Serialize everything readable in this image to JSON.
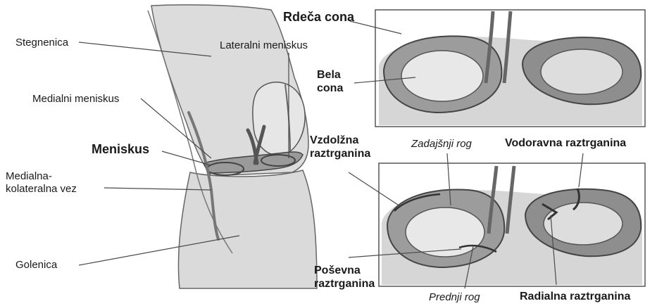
{
  "labels": {
    "stegnenica": "Stegnenica",
    "lateralni_meniskus": "Lateralni meniskus",
    "medialni_meniskus": "Medialni meniskus",
    "meniskus": "Meniskus",
    "medialna_vez": "Medialna-\nkolateralna vez",
    "golenica": "Golenica",
    "rdeca_cona": "Rdeča cona",
    "bela_cona": "Bela\ncona",
    "vzdolzna": "Vzdolžna\nraztrganina",
    "zadajsnji_rog": "Zadajšnji rog",
    "vodoravna": "Vodoravna raztrganina",
    "posevna": "Poševna\nraztrganina",
    "prednji_rog": "Prednji rog",
    "radialna": "Radialna raztrganina"
  },
  "colors": {
    "bone": "#d9d9d9",
    "cartilage": "#9a9a9a",
    "dark_rim": "#6e6e6e",
    "outline": "#555555",
    "leader": "#4a4a4a"
  }
}
